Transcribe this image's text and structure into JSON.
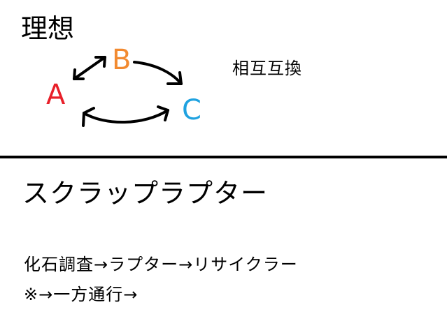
{
  "diagram": {
    "title": "理想",
    "nodes": {
      "a": {
        "label": "A",
        "color": "#e8202a"
      },
      "b": {
        "label": "B",
        "color": "#f28a30"
      },
      "c": {
        "label": "C",
        "color": "#1fa2e0"
      }
    },
    "side_note": "相互互換"
  },
  "lower": {
    "title": "スクラップラプター",
    "line1": "化石調査→ラプター→リサイクラー",
    "line2": "※→一方通行→"
  },
  "colors": {
    "line": "#000000"
  }
}
